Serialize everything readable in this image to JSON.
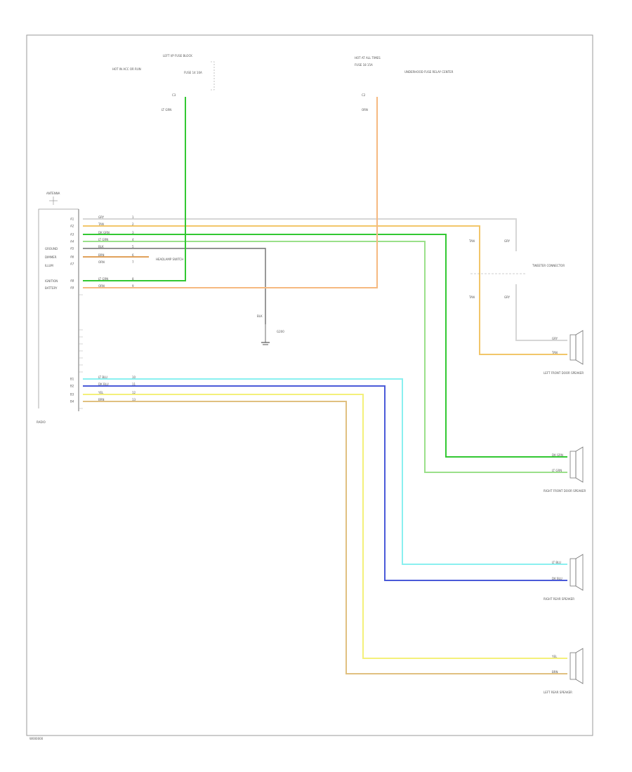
{
  "footer_code": "W000000",
  "top_left_component": {
    "title": "LEFT I/P FUSE BLOCK",
    "sub": "FUSE 14 10A",
    "desc": "HOT IN ACC OR RUN",
    "pin": "C3",
    "wire": "LT GRN"
  },
  "top_right_component": {
    "title": "HOT AT ALL TIMES",
    "sub": "FUSE 18 15A",
    "desc": "UNDERHOOD FUSE RELAY CENTER",
    "pin": "C2",
    "wire": "ORN"
  },
  "antenna_label": "ANTENNA",
  "radio_label": "RADIO",
  "upper_pins": [
    {
      "pin": "A1",
      "wire": "GRY",
      "circuit": "1"
    },
    {
      "pin": "A2",
      "wire": "TAN",
      "circuit": "2"
    },
    {
      "pin": "A3",
      "wire": "DK GRN",
      "circuit": "3"
    },
    {
      "pin": "A4",
      "wire": "LT GRN",
      "circuit": "4"
    },
    {
      "pin": "A5",
      "wire": "BLK",
      "circuit": "5"
    },
    {
      "pin": "A6",
      "wire": "BRN",
      "circuit": "6"
    },
    {
      "pin": "A7",
      "wire": "ORN",
      "circuit": "7"
    },
    {
      "pin": "A8",
      "wire": "LT GRN",
      "circuit": "8"
    },
    {
      "pin": "A9",
      "wire": "ORN",
      "circuit": "9"
    }
  ],
  "side_labels": [
    "GROUND",
    "DIMMER",
    "ILLUM",
    "IGNITION",
    "BATTERY"
  ],
  "dimmer_note": "HEADLAMP SWITCH",
  "ground_label": "G200",
  "ground_wire": "BLK",
  "lower_pins": [
    {
      "pin": "B1",
      "wire": "LT BLU",
      "circuit": "10"
    },
    {
      "pin": "B2",
      "wire": "DK BLU",
      "circuit": "11"
    },
    {
      "pin": "B3",
      "wire": "YEL",
      "circuit": "12"
    },
    {
      "pin": "B4",
      "wire": "BRN",
      "circuit": "13"
    }
  ],
  "splice_labels": [
    "TAN",
    "GRY",
    "TAN",
    "GRY"
  ],
  "splice_note": "TWEETER CONNECTOR",
  "speakers": [
    {
      "name": "LEFT FRONT DOOR SPEAKER",
      "wires": [
        "GRY",
        "TAN"
      ]
    },
    {
      "name": "RIGHT FRONT DOOR SPEAKER",
      "wires": [
        "DK GRN",
        "LT GRN"
      ]
    },
    {
      "name": "RIGHT REAR SPEAKER",
      "wires": [
        "LT BLU",
        "DK BLU"
      ]
    },
    {
      "name": "LEFT REAR SPEAKER",
      "wires": [
        "YEL",
        "BRN"
      ]
    }
  ],
  "colors": {
    "gray": "#d6d6d6",
    "tan": "#f2c66a",
    "dk_green": "#32c832",
    "lt_green": "#9ae08a",
    "black": "#6e6e6e",
    "brown": "#e0a15a",
    "orange": "#f6b980",
    "lt_blue": "#8af0f0",
    "dk_blue": "#4a5ad8",
    "yellow": "#f4f07a",
    "frame": "#9a9a9a"
  }
}
